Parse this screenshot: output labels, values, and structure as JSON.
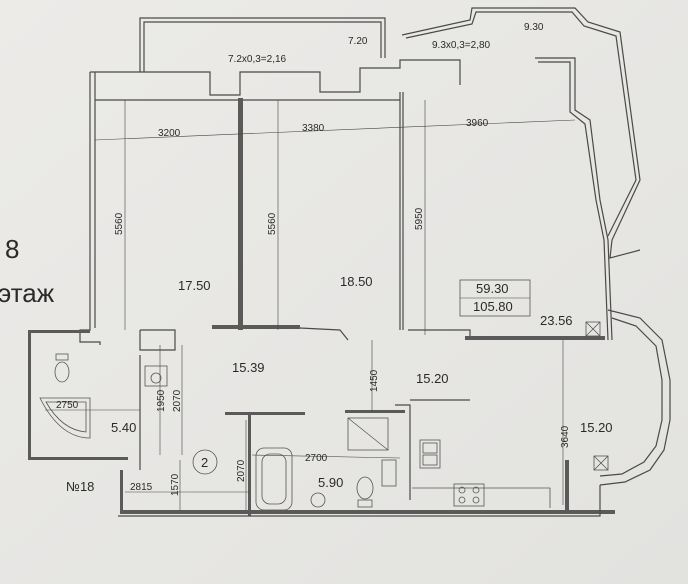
{
  "floor": {
    "number": "8",
    "label": "этаж"
  },
  "apartment_no": "№18",
  "entrance_circle": "2",
  "areas": {
    "room_left": "17.50",
    "room_middle": "18.50",
    "total_living": "59.30",
    "total_area": "105.80",
    "room_right": "23.56",
    "hall": "15.39",
    "corridor": "15.20",
    "kitchen": "15.20",
    "bath_left": "5.40",
    "bath_center": "5.90"
  },
  "dimensions": {
    "balcony_left_length": "7.20",
    "balcony_left_calc": "7.2х0,3=2,16",
    "balcony_right_length": "9.30",
    "balcony_right_calc": "9.3х0,3=2,80",
    "width_room1": "3200",
    "width_room2": "3380",
    "width_room3": "3960",
    "depth_room1": "5560",
    "depth_room2": "5560",
    "depth_room3": "5950",
    "hall_depth": "1450",
    "kitchen_depth": "3640",
    "bath_width": "2750",
    "bath_depth_a": "1950",
    "bath_depth_b": "2070",
    "bath2_depth": "2070",
    "bath2_width": "2700",
    "corridor_depth": "1570",
    "corridor_width": "2815"
  }
}
